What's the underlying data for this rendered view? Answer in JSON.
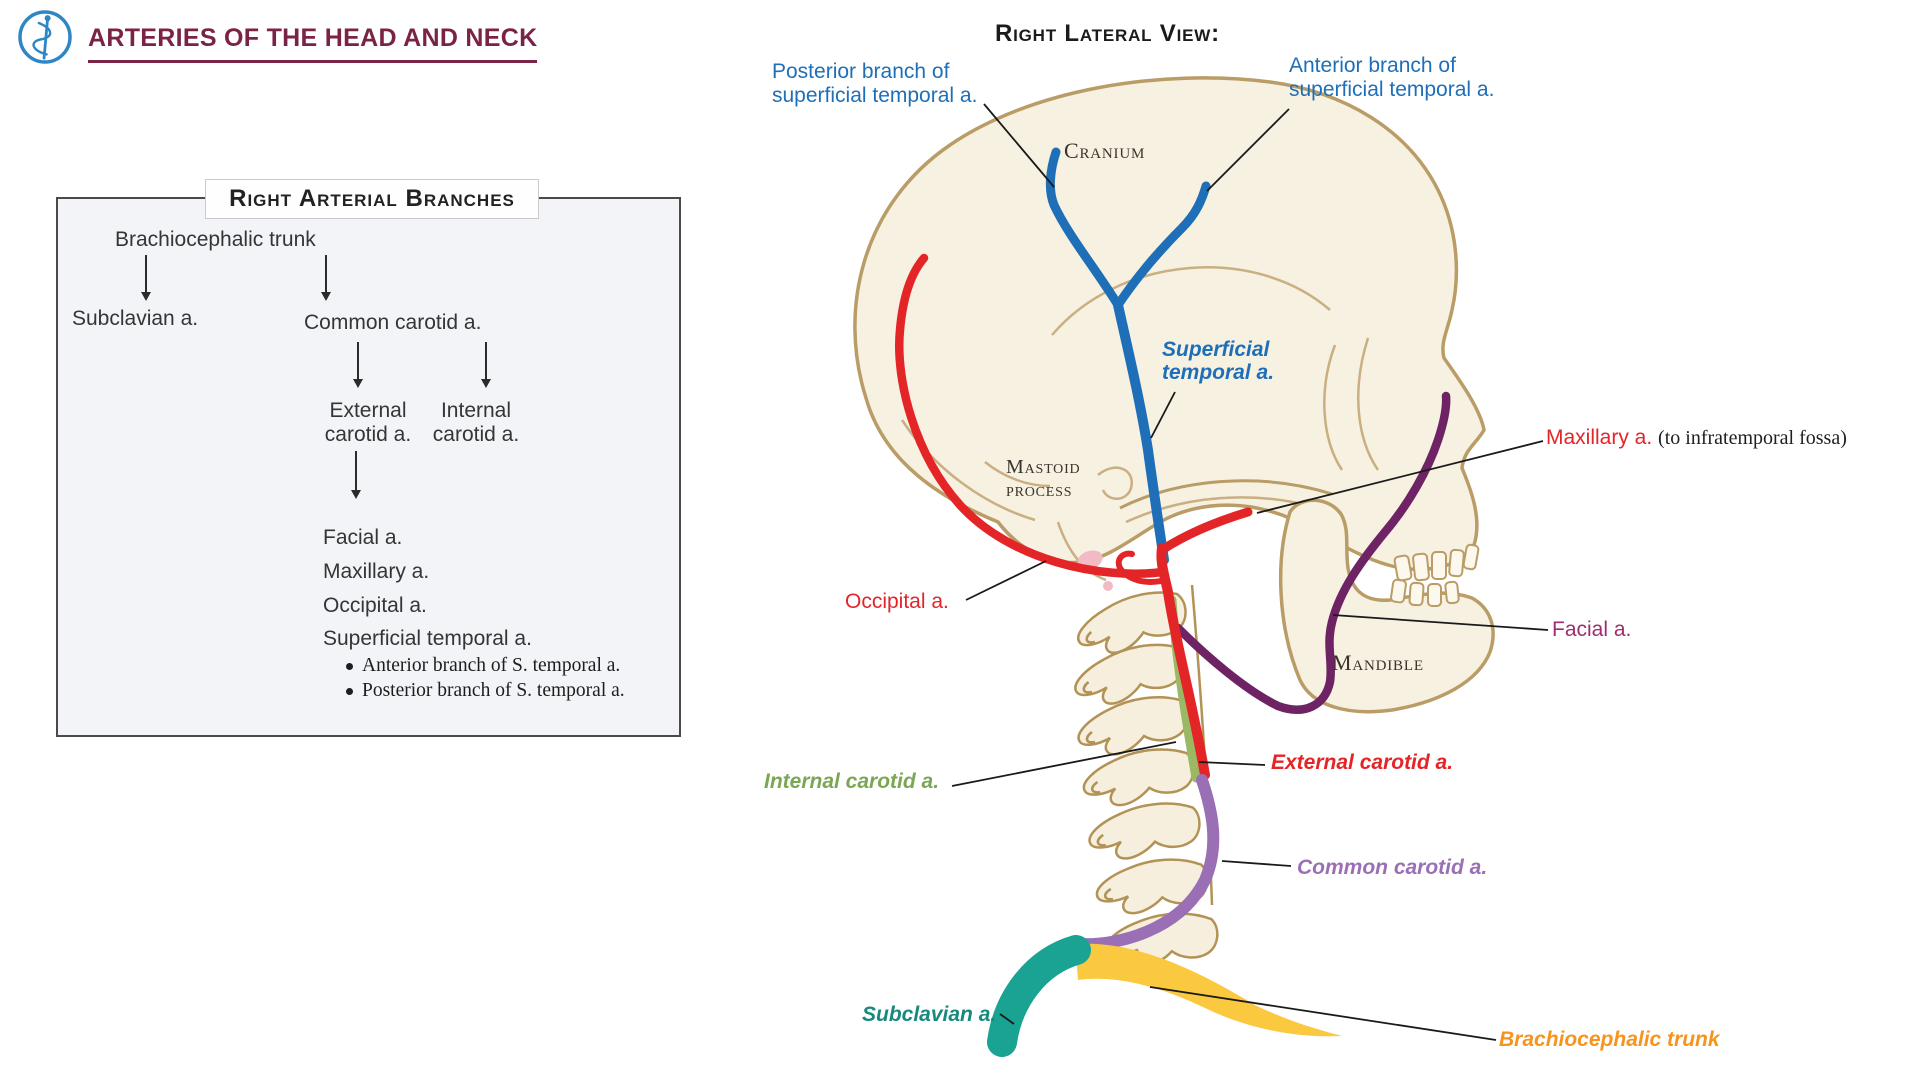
{
  "header": {
    "title": "ARTERIES OF THE HEAD AND NECK",
    "logo_icon": "staff-of-asclepius"
  },
  "flowchart": {
    "box_title": "Right Arterial Branches",
    "nodes": {
      "root": "Brachiocephalic trunk",
      "subclavian": "Subclavian a.",
      "common_carotid": "Common carotid a.",
      "external_carotid": "External carotid a.",
      "internal_carotid": "Internal carotid a.",
      "branches": [
        "Facial a.",
        "Maxillary a.",
        "Occipital a.",
        "Superficial temporal a."
      ],
      "temporal_sub_branches": [
        "Anterior branch of S. temporal a.",
        "Posterior branch of S. temporal a."
      ]
    }
  },
  "diagram": {
    "view_title": "Right Lateral View:",
    "bones": {
      "cranium": "Cranium",
      "mastoid": "Mastoid process",
      "mandible": "Mandible"
    },
    "arteries": {
      "posterior_branch": "Posterior branch of superficial temporal a.",
      "anterior_branch": "Anterior branch of superficial temporal a.",
      "superficial_temporal": "Superficial temporal a.",
      "maxillary": "Maxillary a.",
      "maxillary_note": "(to infratemporal fossa)",
      "occipital": "Occipital a.",
      "facial": "Facial a.",
      "internal_carotid": "Internal carotid a.",
      "external_carotid": "External carotid a.",
      "common_carotid": "Common carotid a.",
      "subclavian": "Subclavian a.",
      "brachiocephalic": "Brachiocephalic trunk"
    }
  },
  "colors": {
    "title_maroon": "#7B2346",
    "logo_blue": "#2E86C5",
    "artery_blue": "#1E6FB8",
    "artery_red": "#E42528",
    "artery_green": "#9BB964",
    "green_label": "#7BA754",
    "artery_lavender": "#9A6FB5",
    "facial_artery_plum": "#6E2364",
    "facial_label": "#A02C6E",
    "subclavian_teal": "#1AA293",
    "subclavian_label": "#178A7E",
    "brachiocephalic_yellow": "#FBC93F",
    "brachiocephalic_label": "#F7941E",
    "bone_outline": "#B99C66",
    "bone_fill": "#F7F1E2"
  }
}
